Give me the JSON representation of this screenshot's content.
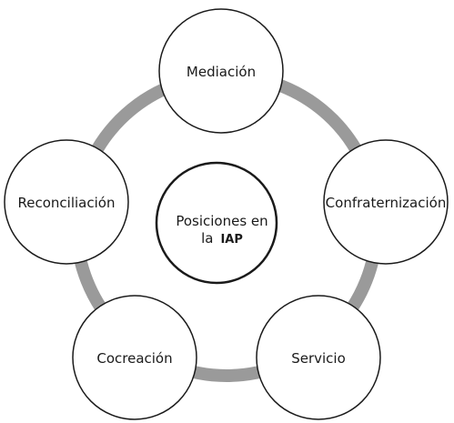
{
  "diagram": {
    "center": {
      "line1": "Posiciones en",
      "line2": "la",
      "line2_emph": "IAP"
    },
    "nodes": [
      {
        "id": "mediacion",
        "label": "Mediación"
      },
      {
        "id": "confraternizacion",
        "label": "Confraternización"
      },
      {
        "id": "servicio",
        "label": "Servicio"
      },
      {
        "id": "cocreacion",
        "label": "Cocreación"
      },
      {
        "id": "reconciliacion",
        "label": "Reconciliación"
      }
    ],
    "ring_color": "#9a9a9a",
    "stroke_color": "#1a1a1a"
  }
}
